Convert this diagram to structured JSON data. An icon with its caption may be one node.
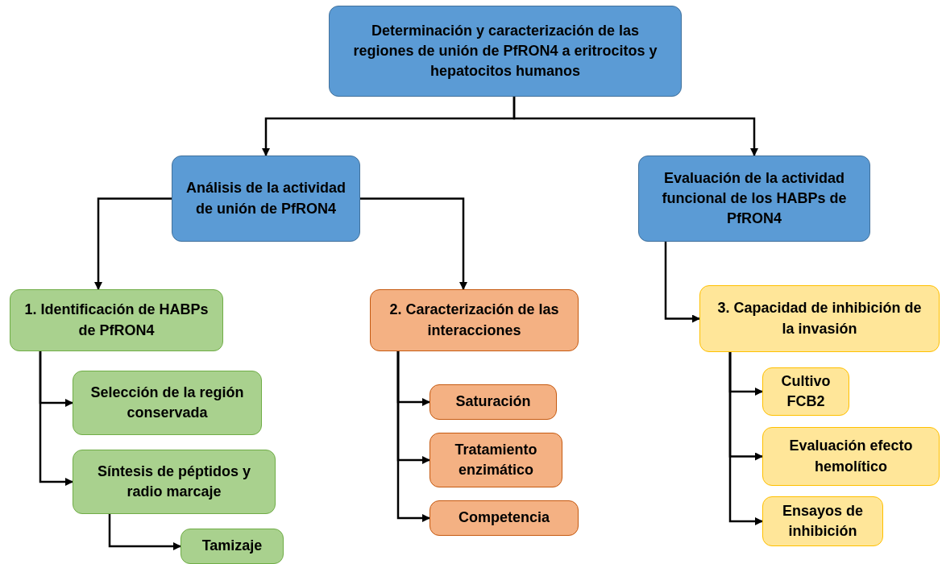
{
  "diagram": {
    "nodes": [
      {
        "text": [
          "Determinación y caracterización de las regiones de unión de PfRON4 a eritrocitos y hepatocitos humanos"
        ]
      },
      {
        "text": [
          "Análisis de la actividad de unión de PfRON4"
        ]
      },
      {
        "text": [
          "Evaluación de la actividad funcional de los HABPs de PfRON4"
        ]
      },
      {
        "text": [
          "1. Identificación de HABPs de PfRON4"
        ]
      },
      {
        "text": [
          "Selección de la región conservada"
        ]
      },
      {
        "text": [
          "Síntesis de péptidos y radio marcaje"
        ]
      },
      {
        "text": [
          "Tamizaje"
        ]
      },
      {
        "text": [
          "2. Caracterización de las interacciones"
        ]
      },
      {
        "text": [
          "Saturación"
        ]
      },
      {
        "text": [
          "Tratamiento enzimático"
        ]
      },
      {
        "text": [
          "Competencia"
        ]
      },
      {
        "text": [
          "3. Capacidad de inhibición de la invasión"
        ]
      },
      {
        "text": [
          "Cultivo FCB2"
        ]
      },
      {
        "text": [
          "Evaluación efecto hemolítico"
        ]
      },
      {
        "text": [
          "Ensayos de inhibición"
        ]
      }
    ],
    "edges": [
      {
        "from": 0,
        "to": 1,
        "arrow": "to"
      },
      {
        "from": 0,
        "to": 2,
        "arrow": "to"
      },
      {
        "from": 1,
        "to": 3,
        "arrow": "to"
      },
      {
        "from": 1,
        "to": 7,
        "arrow": "to"
      },
      {
        "from": 2,
        "to": 11,
        "arrow": "to"
      },
      {
        "from": 3,
        "to": 4,
        "arrow": "to"
      },
      {
        "from": 3,
        "to": 5,
        "arrow": "to"
      },
      {
        "from": 5,
        "to": 6,
        "arrow": "to"
      },
      {
        "from": 7,
        "to": 8,
        "arrow": "to"
      },
      {
        "from": 7,
        "to": 9,
        "arrow": "to"
      },
      {
        "from": 7,
        "to": 10,
        "arrow": "to"
      },
      {
        "from": 11,
        "to": 12,
        "arrow": "to"
      },
      {
        "from": 11,
        "to": 13,
        "arrow": "to"
      },
      {
        "from": 11,
        "to": 14,
        "arrow": "to"
      }
    ]
  }
}
